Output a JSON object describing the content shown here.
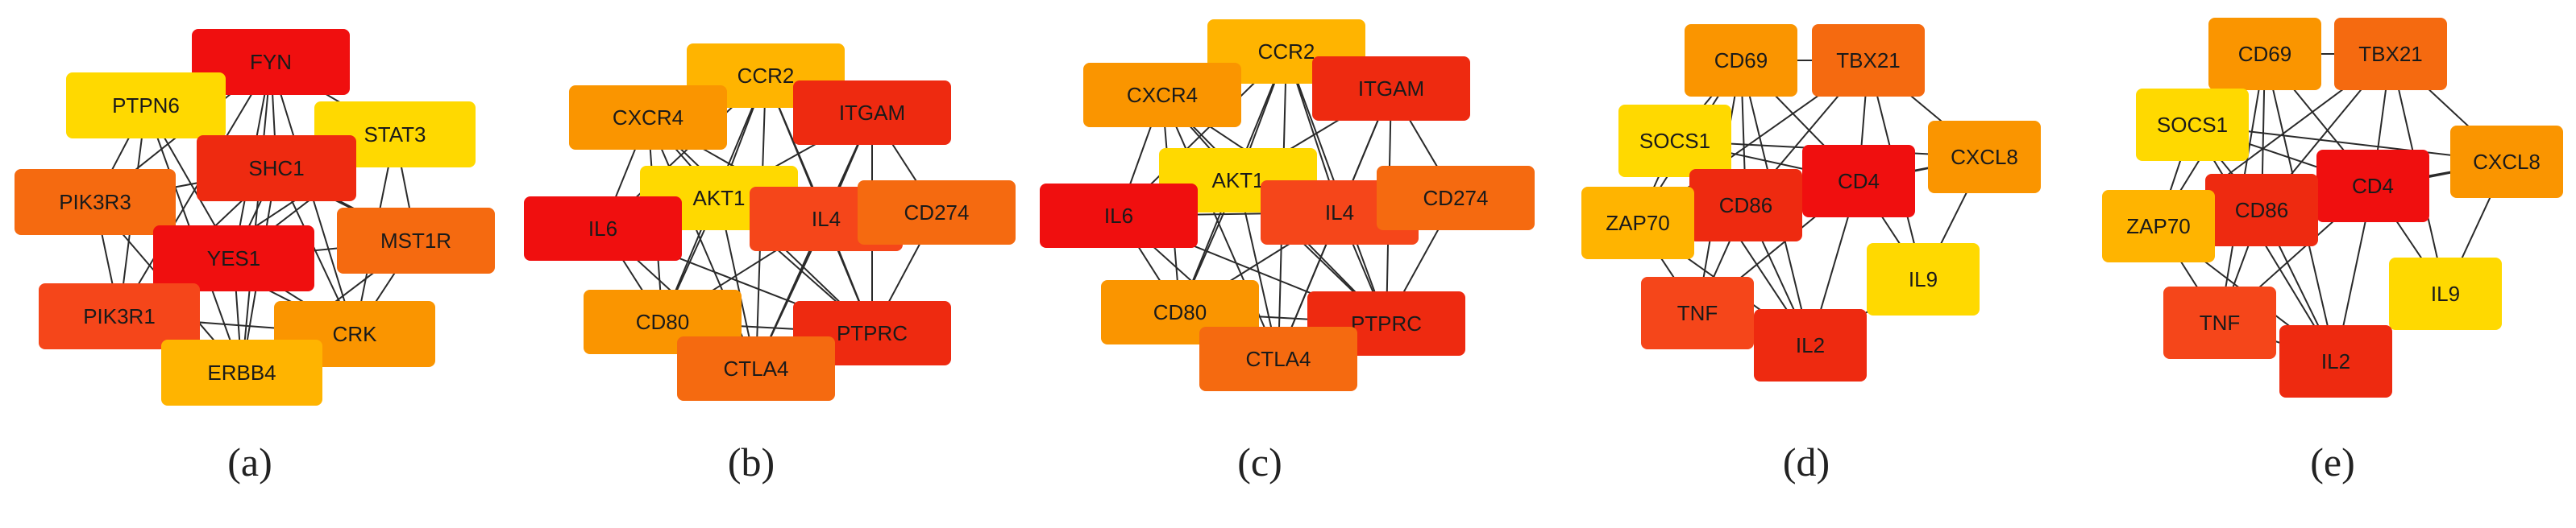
{
  "colors": {
    "red": "#f00f0f",
    "red_orange": "#ee2a10",
    "orange_red": "#f5461a",
    "orange": "#f56a10",
    "light_orange": "#fa9500",
    "amber": "#ffb400",
    "yellow": "#ffd900",
    "edge": "#2a2a2a"
  },
  "panels": [
    {
      "caption": "(a)",
      "nodes": [
        {
          "label": "FYN",
          "color": "red"
        },
        {
          "label": "PTPN6",
          "color": "yellow"
        },
        {
          "label": "STAT3",
          "color": "yellow"
        },
        {
          "label": "SHC1",
          "color": "red_orange"
        },
        {
          "label": "PIK3R3",
          "color": "orange"
        },
        {
          "label": "MST1R",
          "color": "orange"
        },
        {
          "label": "YES1",
          "color": "red"
        },
        {
          "label": "PIK3R1",
          "color": "orange_red"
        },
        {
          "label": "CRK",
          "color": "light_orange"
        },
        {
          "label": "ERBB4",
          "color": "amber"
        }
      ]
    },
    {
      "caption": "(b)",
      "nodes": [
        {
          "label": "CCR2",
          "color": "amber"
        },
        {
          "label": "CXCR4",
          "color": "light_orange"
        },
        {
          "label": "ITGAM",
          "color": "red_orange"
        },
        {
          "label": "AKT1",
          "color": "yellow"
        },
        {
          "label": "IL6",
          "color": "red"
        },
        {
          "label": "IL4",
          "color": "orange_red"
        },
        {
          "label": "CD274",
          "color": "orange"
        },
        {
          "label": "CD80",
          "color": "light_orange"
        },
        {
          "label": "PTPRC",
          "color": "red_orange"
        },
        {
          "label": "CTLA4",
          "color": "orange"
        }
      ]
    },
    {
      "caption": "(c)",
      "nodes": [
        {
          "label": "CCR2",
          "color": "amber"
        },
        {
          "label": "CXCR4",
          "color": "light_orange"
        },
        {
          "label": "ITGAM",
          "color": "red_orange"
        },
        {
          "label": "AKT1",
          "color": "yellow"
        },
        {
          "label": "IL6",
          "color": "red"
        },
        {
          "label": "IL4",
          "color": "orange_red"
        },
        {
          "label": "CD274",
          "color": "orange"
        },
        {
          "label": "CD80",
          "color": "light_orange"
        },
        {
          "label": "PTPRC",
          "color": "red_orange"
        },
        {
          "label": "CTLA4",
          "color": "orange"
        }
      ]
    },
    {
      "caption": "(d)",
      "nodes": [
        {
          "label": "CD69",
          "color": "light_orange"
        },
        {
          "label": "TBX21",
          "color": "orange"
        },
        {
          "label": "SOCS1",
          "color": "yellow"
        },
        {
          "label": "CD4",
          "color": "red"
        },
        {
          "label": "CXCL8",
          "color": "light_orange"
        },
        {
          "label": "CD86",
          "color": "red_orange"
        },
        {
          "label": "ZAP70",
          "color": "amber"
        },
        {
          "label": "IL9",
          "color": "yellow"
        },
        {
          "label": "TNF",
          "color": "orange_red"
        },
        {
          "label": "IL2",
          "color": "red_orange"
        }
      ]
    },
    {
      "caption": "(e)",
      "nodes": [
        {
          "label": "CD69",
          "color": "light_orange"
        },
        {
          "label": "TBX21",
          "color": "orange"
        },
        {
          "label": "SOCS1",
          "color": "yellow"
        },
        {
          "label": "CD4",
          "color": "red"
        },
        {
          "label": "CXCL8",
          "color": "light_orange"
        },
        {
          "label": "CD86",
          "color": "red_orange"
        },
        {
          "label": "ZAP70",
          "color": "amber"
        },
        {
          "label": "IL9",
          "color": "yellow"
        },
        {
          "label": "TNF",
          "color": "orange_red"
        },
        {
          "label": "IL2",
          "color": "red_orange"
        }
      ]
    }
  ]
}
